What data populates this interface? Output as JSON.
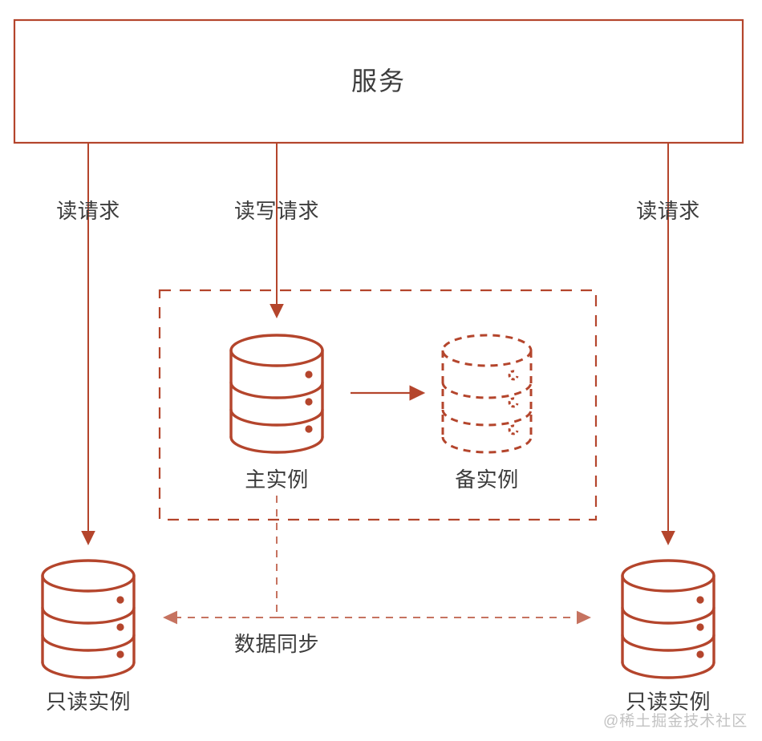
{
  "diagram": {
    "title_box": {
      "label": "服务",
      "border_color": "#b4452c"
    },
    "flow_labels": {
      "left_read": "读请求",
      "center_read_write": "读写请求",
      "right_read": "读请求"
    },
    "cluster": {
      "primary_label": "主实例",
      "standby_label": "备实例"
    },
    "replicas": {
      "left_label": "只读实例",
      "right_label": "只读实例"
    },
    "sync_label": "数据同步",
    "watermark": "@稀土掘金技术社区",
    "colors": {
      "stroke": "#b4452c",
      "stroke_light": "#c4694f",
      "text": "#3c3c3c",
      "background": "#ffffff"
    },
    "icons": {
      "primary_db": "database-cylinder-icon",
      "standby_db": "database-cylinder-dashed-icon",
      "replica_db": "database-cylinder-icon"
    }
  }
}
